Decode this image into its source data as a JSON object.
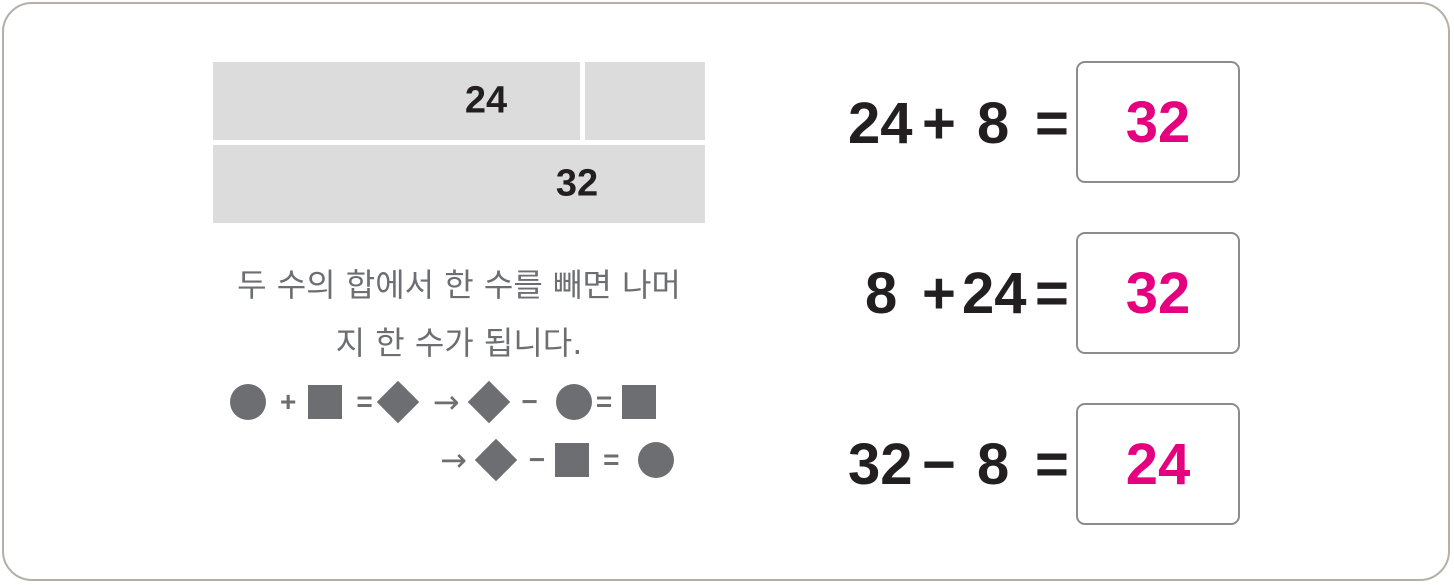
{
  "bar_model": {
    "top_value": "24",
    "total_value": "32"
  },
  "description": {
    "line1": "두 수의 합에서 한 수를 빼면 나머",
    "line2": "지 한 수가 됩니다."
  },
  "symbol_rule": {
    "row1": {
      "plus": "+",
      "equals1": "=",
      "arrow": "→",
      "minus": "−",
      "equals2": "="
    },
    "row2": {
      "arrow": "→",
      "minus": "−",
      "equals": "="
    }
  },
  "equations": [
    {
      "a": "24",
      "op": "+",
      "b": "8",
      "eq": "=",
      "answer": "32"
    },
    {
      "a": "8",
      "op": "+",
      "b": "24",
      "eq": "=",
      "answer": "32"
    },
    {
      "a": "32",
      "op": "−",
      "b": "8",
      "eq": "=",
      "answer": "24"
    }
  ],
  "colors": {
    "answer": "#e5007f",
    "text_dark": "#231f20",
    "symbol_gray": "#6d6e71",
    "bar_fill": "#dcdcdc",
    "frame_border": "#b5afa8"
  },
  "icons": [
    "circle-shape",
    "square-shape",
    "diamond-shape"
  ]
}
